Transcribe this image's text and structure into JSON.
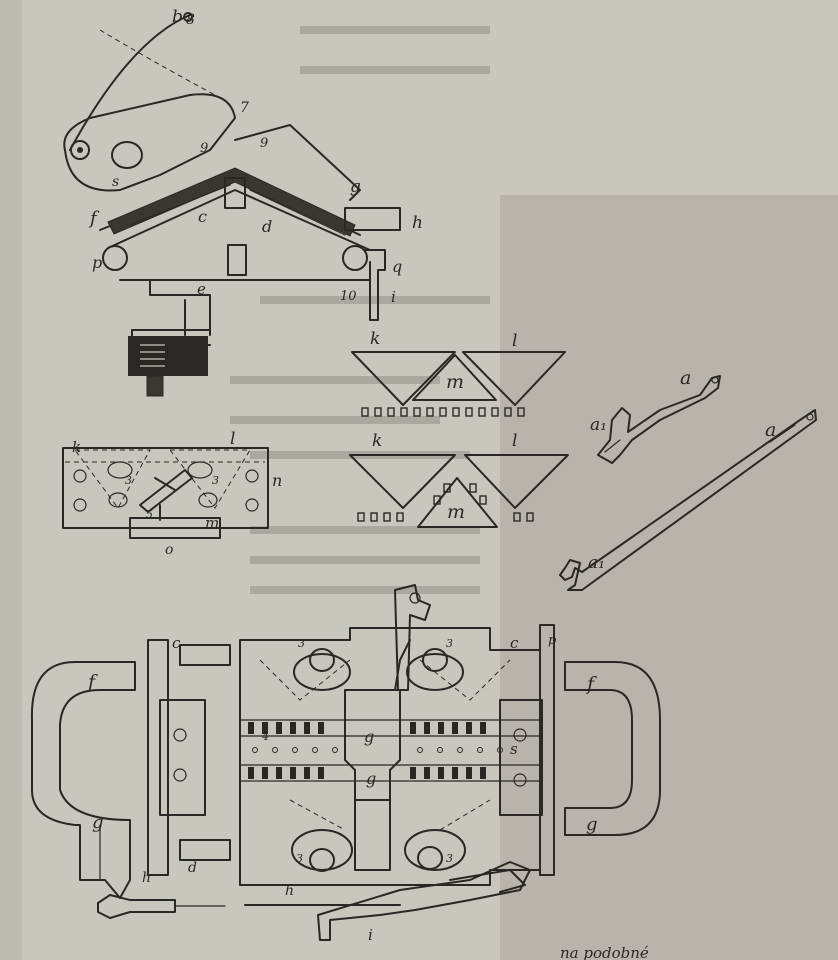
{
  "colors": {
    "paper": "#c9c6bd",
    "ink": "#2a2824",
    "bleed": "#a9a69e"
  },
  "fig_top": {
    "labels": {
      "b": "b",
      "n8": "8",
      "n7": "7",
      "n9a": "9",
      "n9b": "9",
      "s": "s",
      "f": "f",
      "c": "c",
      "d": "d",
      "g": "g",
      "h": "h",
      "p": "p",
      "e": "e",
      "n10": "10",
      "q": "q",
      "i": "i"
    }
  },
  "fig_block": {
    "labels": {
      "k": "k",
      "l": "l",
      "n": "n",
      "m": "m",
      "o": "o",
      "n3a": "3",
      "n3b": "3",
      "n5": "5"
    }
  },
  "fig_triangles": {
    "upper": {
      "k": "k",
      "l": "l",
      "m": "m"
    },
    "lower": {
      "k": "k",
      "l": "l",
      "m": "m"
    }
  },
  "fig_levers": {
    "upper": {
      "a": "a",
      "a1": "a₁"
    },
    "lower": {
      "a": "a",
      "a1": "a₁"
    }
  },
  "fig_bottom": {
    "labels": {
      "c_left": "c",
      "c_right": "c",
      "p": "p",
      "f_left": "f",
      "f_right": "f",
      "g_left": "g",
      "g_right": "g",
      "s": "s",
      "g_mid": "g",
      "g_center": "g",
      "d": "d",
      "h_left": "h",
      "h_mid": "h",
      "i": "i",
      "n3_tl": "3",
      "n3_tr": "3",
      "n3_bl": "3",
      "n3_br": "3",
      "n4": "4"
    }
  },
  "caption_fragment": "na podobné"
}
